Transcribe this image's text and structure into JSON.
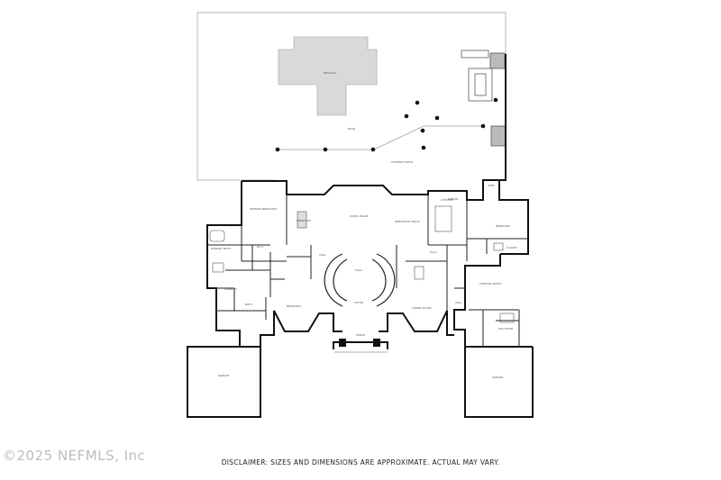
{
  "rooms": {
    "pergola": "PERGOLA",
    "patio": "PATIO",
    "covered_patio": "COVERED PATIO",
    "primary_bedroom": "PRIMARY BEDROOM",
    "bedroom_1": "BEDROOM",
    "bedroom_2": "BEDROOM",
    "bedroom_3": "BEDROOM",
    "living_room": "LIVING ROOM",
    "breakfast_nook": "BREAKFAST NOOK",
    "kitchen": "KITCHEN",
    "primary_bath": "PRIMARY BATH",
    "hall_1": "HALL",
    "hall_2": "HALL",
    "hall_3": "HALL",
    "hall_4": "HALL",
    "foyer": "FOYER",
    "porch": "PORCH",
    "dining_room": "DINING ROOM",
    "theater_room": "THEATER ROOM",
    "laundry": "LAUNDRY",
    "garage_1": "GARAGE",
    "garage_2": "GARAGE",
    "bath": "BATH",
    "wic": "W.I.C.",
    "half_bath": "HALF BATH",
    "pantry": "PANTRY",
    "den": "DEN",
    "closet": "CLOSET"
  },
  "watermark": "©2025 NEFMLS, Inc",
  "disclaimer": "DISCLAIMER: SIZES AND DIMENSIONS ARE APPROXIMATE. ACTUAL MAY VARY.",
  "colors": {
    "wall": "#111111",
    "pergola_fill": "#d9d9d9",
    "text": "#555555",
    "watermark": "#bdbdbd"
  }
}
